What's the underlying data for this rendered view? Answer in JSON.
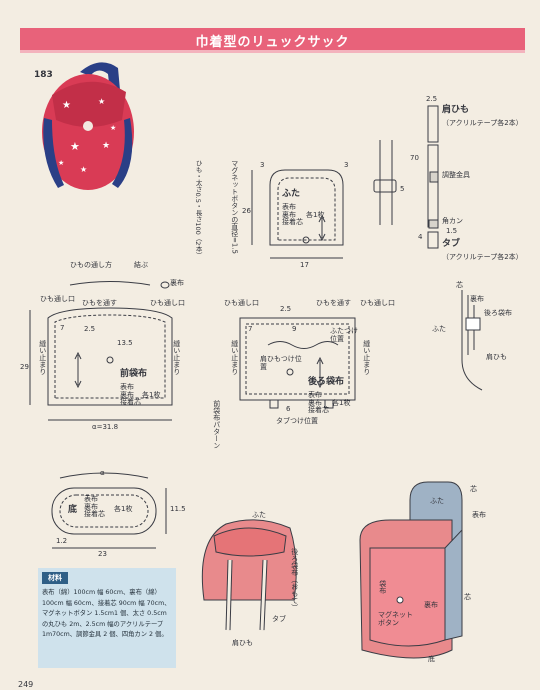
{
  "title": "巾着型のリュックサック",
  "item_number": "183",
  "page_number": "249",
  "flap": {
    "name": "ふた",
    "layers": "表布\n裏布\n接着芯",
    "count": "各1枚",
    "dim_top_left": "3",
    "dim_top_right": "3",
    "dim_height": "26",
    "dim_width": "17"
  },
  "magnet_note": "マグネットボタンの直径=1.5",
  "cord_note": "ひも・太さ0.5・長さ100（2本）",
  "front_pocket": {
    "name": "前袋布",
    "layers": "表布\n裏布\n接着芯",
    "count": "各1枚",
    "dim_height": "29",
    "dim_width": "α=31.8",
    "dim_2_5": "2.5",
    "dim_13_5": "13.5",
    "dim_7": "7",
    "cord_hole": "ひも通し口",
    "cord_through": "ひもを通す",
    "sew_stop": "縫い止まり",
    "cord_pass_dir": "ひもの通し方",
    "knot": "結ぶ",
    "back_side": "裏布"
  },
  "back_pocket": {
    "name": "後ろ袋布",
    "layers": "表布\n裏布\n接着芯",
    "count": "各1枚",
    "flap_position": "ふたつけ位置",
    "strap_position": "肩ひもつけ位置",
    "tab_position": "タブつけ位置",
    "dim_9": "9",
    "dim_2_5": "2.5",
    "dim_7": "7",
    "dim_6": "6",
    "front_pattern": "前袋布パターン"
  },
  "bottom": {
    "name": "底",
    "layers": "表布\n裏布\n接着芯",
    "count": "各1枚",
    "dim_height": "11.5",
    "dim_width": "23",
    "dim_1_2": "1.2",
    "alpha": "α"
  },
  "strap": {
    "name": "肩ひも",
    "material": "（アクリルテープ各2本）",
    "dim_2_5": "2.5",
    "dim_70": "70",
    "dim_5": "5",
    "adjuster": "調整金具",
    "square_ring": "角カン",
    "dim_1_5": "1.5",
    "dim_4": "4"
  },
  "tab": {
    "name": "タブ",
    "material": "（アクリルテープ各2本）"
  },
  "cross_section": {
    "interfacing": "芯",
    "back_fabric": "裏布",
    "back_pocket": "後ろ袋布",
    "flap": "ふた",
    "strap": "肩ひも"
  },
  "assembled": {
    "flap": "ふた",
    "back_pocket_strap": "後ろ袋布（おもて）",
    "tab": "タブ",
    "strap": "肩ひも"
  },
  "inside_view": {
    "flap": "ふた",
    "interfacing": "芯",
    "back_fabric": "裏布",
    "outer": "表布",
    "bag": "袋布",
    "magnet": "マグネットボタン",
    "bottom": "底"
  },
  "materials": {
    "heading": "材料",
    "text": "表布（綿）100cm 幅 60cm、裏布（綿）100cm 幅 60cm、接着芯 90cm 幅 70cm、マグネットボタン 1.5cm1 個、太さ 0.5cm の丸ひも 2m、2.5cm 幅のアクリルテープ 1m70cm、調節金具 2 個、四角カン 2 個。"
  }
}
